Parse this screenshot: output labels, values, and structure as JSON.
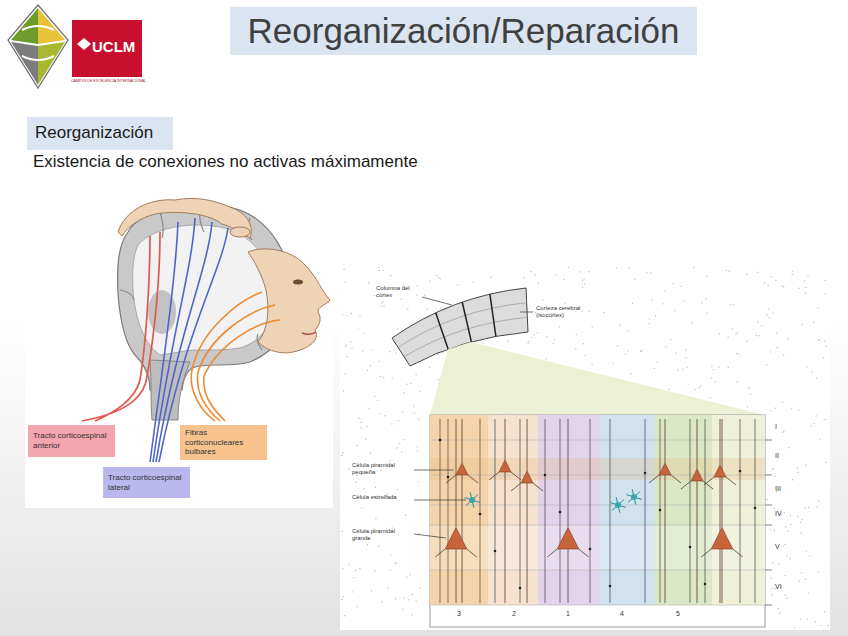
{
  "diagram": {
    "title": "Reorganización/Reparación",
    "nodes": [
      {
        "text": [
          "Reorganización"
        ]
      },
      {
        "text": [
          "Tracto corticoespinal anterior"
        ]
      },
      {
        "text": [
          "Fibras corticonucleares bulbares"
        ]
      },
      {
        "text": [
          "Tracto corticoespinal lateral"
        ]
      }
    ],
    "labels": [
      "UCLM",
      "CAMPUS DE EXCELENCIA INTERNACIONAL",
      "Existencia de conexiones no activas máximamente",
      "Columna del córtex",
      "Corteza cerebral (isocórtex)",
      "Célula piramidal pequeña",
      "Célula estrellada",
      "Célula piramidal grande",
      "I",
      "II",
      "III",
      "IV",
      "V",
      "VI",
      "3",
      "2",
      "1",
      "4",
      "5"
    ]
  }
}
